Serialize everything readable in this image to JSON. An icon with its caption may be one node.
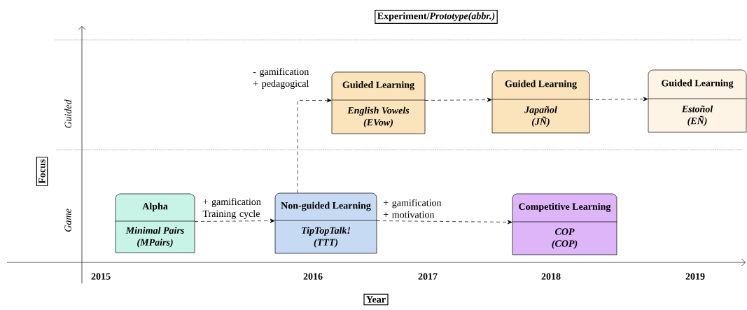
{
  "diagram": {
    "nodes": [
      {
        "text": [
          "Alpha",
          "Minimal Pairs (MPairs)"
        ]
      },
      {
        "text": [
          "Non-guided Learning",
          "TipTopTalk! (TTT)"
        ]
      },
      {
        "text": [
          "Guided Learning",
          "English Vowels (EVow)"
        ]
      },
      {
        "text": [
          "Guided Learning",
          "Japañol (JÑ)"
        ]
      },
      {
        "text": [
          "Guided Learning",
          "Estoñol (EÑ)"
        ]
      },
      {
        "text": [
          "Competitive Learning",
          "COP (COP)"
        ]
      }
    ],
    "edges": [
      {
        "from": 0,
        "to": 1,
        "arrow": "to",
        "style": "dashed",
        "label": "+ gamification Training cycle"
      },
      {
        "from": 1,
        "to": 2,
        "arrow": "to",
        "style": "dashed",
        "label": "- gamification + pedagogical"
      },
      {
        "from": 2,
        "to": 3,
        "arrow": "to",
        "style": "dashed"
      },
      {
        "from": 3,
        "to": 4,
        "arrow": "to",
        "style": "dashed"
      },
      {
        "from": 1,
        "to": 5,
        "arrow": "to",
        "style": "dashed",
        "label": "+ gamification + motivation"
      }
    ],
    "labels": [
      "**Experiment**/*Prototype(abbr.)*",
      "Guided",
      "Focus",
      "Game",
      "2015",
      "2016",
      "2017",
      "2018",
      "2019",
      "Year"
    ]
  }
}
